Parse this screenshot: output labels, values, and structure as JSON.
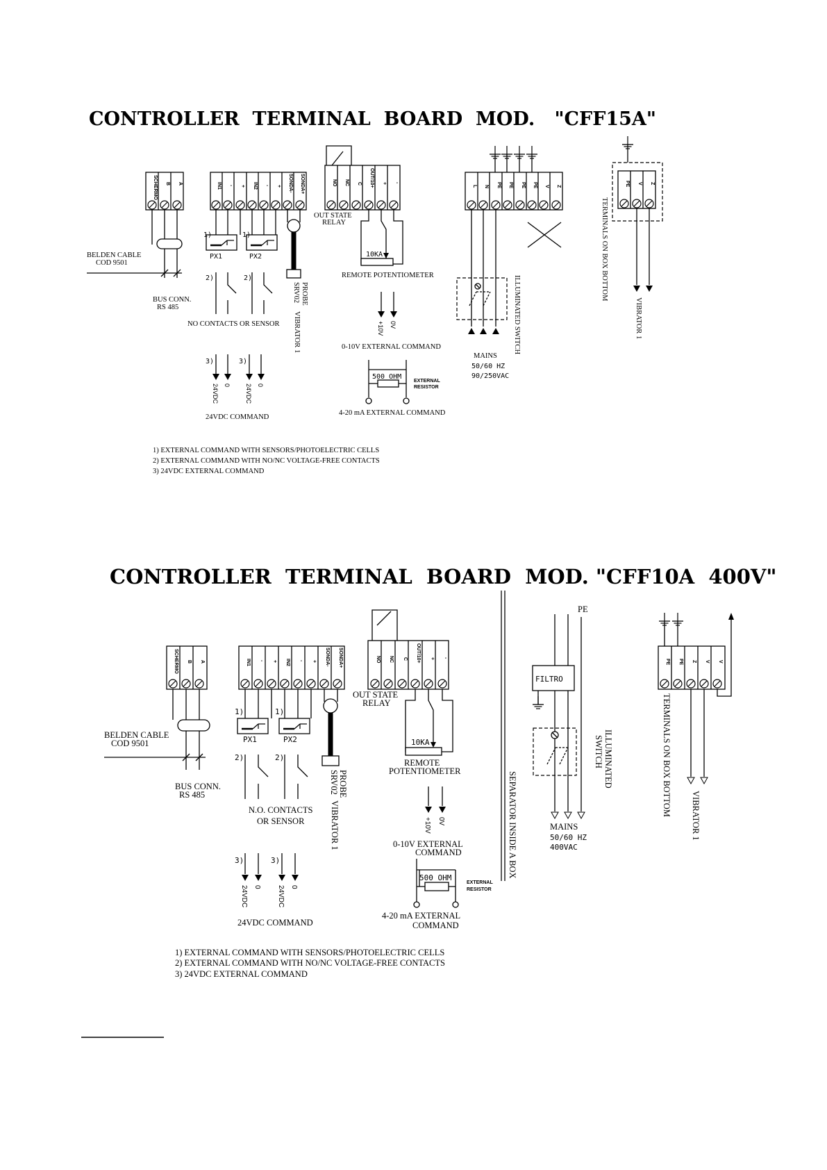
{
  "section1": {
    "title": "CONTROLLER  TERMINAL  BOARD  MOD.   \"CFF15A\"",
    "bus_terminals": [
      "SCHERMO",
      "B",
      "A"
    ],
    "input_terminals": [
      "IN1",
      "-",
      "+",
      "IN2",
      "-",
      "+",
      "SONDA-",
      "SONDA+"
    ],
    "relay_terminals": [
      "NO",
      "NC",
      "C",
      "OUT/10+",
      "+",
      "-"
    ],
    "power_terminals": [
      "L",
      "N",
      "PE",
      "PE",
      "PE",
      "PE",
      "V",
      "Z"
    ],
    "box_terminals": [
      "PE",
      "V",
      "Z"
    ],
    "belden_cable": "BELDEN CABLE",
    "cod": "COD 9501",
    "bus_conn": "BUS CONN.",
    "rs485": "RS 485",
    "px1": "PX1",
    "px2": "PX2",
    "note1_marker": "1)",
    "note2_marker": "2)",
    "note3_marker": "3)",
    "no_contacts": "NO CONTACTS OR SENSOR",
    "probe": "PROBE",
    "srv02": "SRV02",
    "vibrator": "VIBRATOR 1",
    "out_state": "OUT STATE",
    "relay": "RELAY",
    "pot_value": "10KA",
    "remote_pot": "REMOTE POTENTIOMETER",
    "plus10v": "+10V",
    "zero_v": "0V",
    "cmd_0_10v": "0-10V EXTERNAL COMMAND",
    "ohm": "500 OHM",
    "external": "EXTERNAL",
    "resistor": "RESISTOR",
    "cmd_4_20": "4-20 mA EXTERNAL COMMAND",
    "v24": "24VDC",
    "zero": "0",
    "cmd_24": "24VDC COMMAND",
    "illuminated": "ILLUMINATED SWITCH",
    "mains": "MAINS",
    "hz": "50/60 HZ",
    "vac": "90/250VAC",
    "terminals_bottom": "TERMINALS ON BOX BOTTOM",
    "notes": [
      "1) EXTERNAL COMMAND WITH SENSORS/PHOTOELECTRIC CELLS",
      "2) EXTERNAL COMMAND WITH NO/NC VOLTAGE-FREE CONTACTS",
      "3) 24VDC EXTERNAL COMMAND"
    ]
  },
  "section2": {
    "title": "CONTROLLER  TERMINAL  BOARD  MOD. \"CFF10A  400V\"",
    "bus_terminals": [
      "SCHERMO",
      "B",
      "A"
    ],
    "input_terminals": [
      "IN1",
      "-",
      "+",
      "IN2",
      "-",
      "+",
      "SONDA-",
      "SONDA+"
    ],
    "relay_terminals": [
      "NO",
      "NC",
      "C",
      "OUT/10+",
      "+",
      "-"
    ],
    "box_terminals": [
      "PE",
      "PE",
      "Z",
      "V",
      "V"
    ],
    "belden_cable": "BELDEN CABLE",
    "cod": "COD 9501",
    "bus_conn": "BUS CONN.",
    "rs485": "RS 485",
    "px1": "PX1",
    "px2": "PX2",
    "note1_marker": "1)",
    "note2_marker": "2)",
    "note3_marker": "3)",
    "no_contacts": "N.O. CONTACTS",
    "or_sensor": "OR SENSOR",
    "probe": "PROBE",
    "srv02": "SRV02",
    "vibrator": "VIBRATOR 1",
    "out_state": "OUT STATE",
    "relay": "RELAY",
    "pot_value": "10KA",
    "remote": "REMOTE",
    "potentiometer": "POTENTIOMETER",
    "plus10v": "+10V",
    "zero_v": "0V",
    "cmd_0_10v": "0-10V EXTERNAL",
    "command": "COMMAND",
    "ohm": "500 OHM",
    "external": "EXTERNAL",
    "resistor": "RESISTOR",
    "cmd_4_20": "4-20 mA EXTERNAL",
    "v24": "24VDC",
    "zero": "0",
    "cmd_24": "24VDC COMMAND",
    "separator": "SEPARATOR INSIDE A BOX",
    "pe": "PE",
    "filtro": "FILTRO",
    "illuminated": "ILLUMINATED",
    "switch": "SWITCH",
    "mains": "MAINS",
    "hz": "50/60 HZ",
    "vac": "400VAC",
    "terminals_bottom": "TERMINALS ON BOX BOTTOM",
    "vibrator_out": "VIBRATOR 1",
    "notes": [
      "1) EXTERNAL COMMAND WITH SENSORS/PHOTOELECTRIC CELLS",
      "2) EXTERNAL COMMAND WITH NO/NC VOLTAGE-FREE CONTACTS",
      "3) 24VDC EXTERNAL COMMAND"
    ]
  }
}
